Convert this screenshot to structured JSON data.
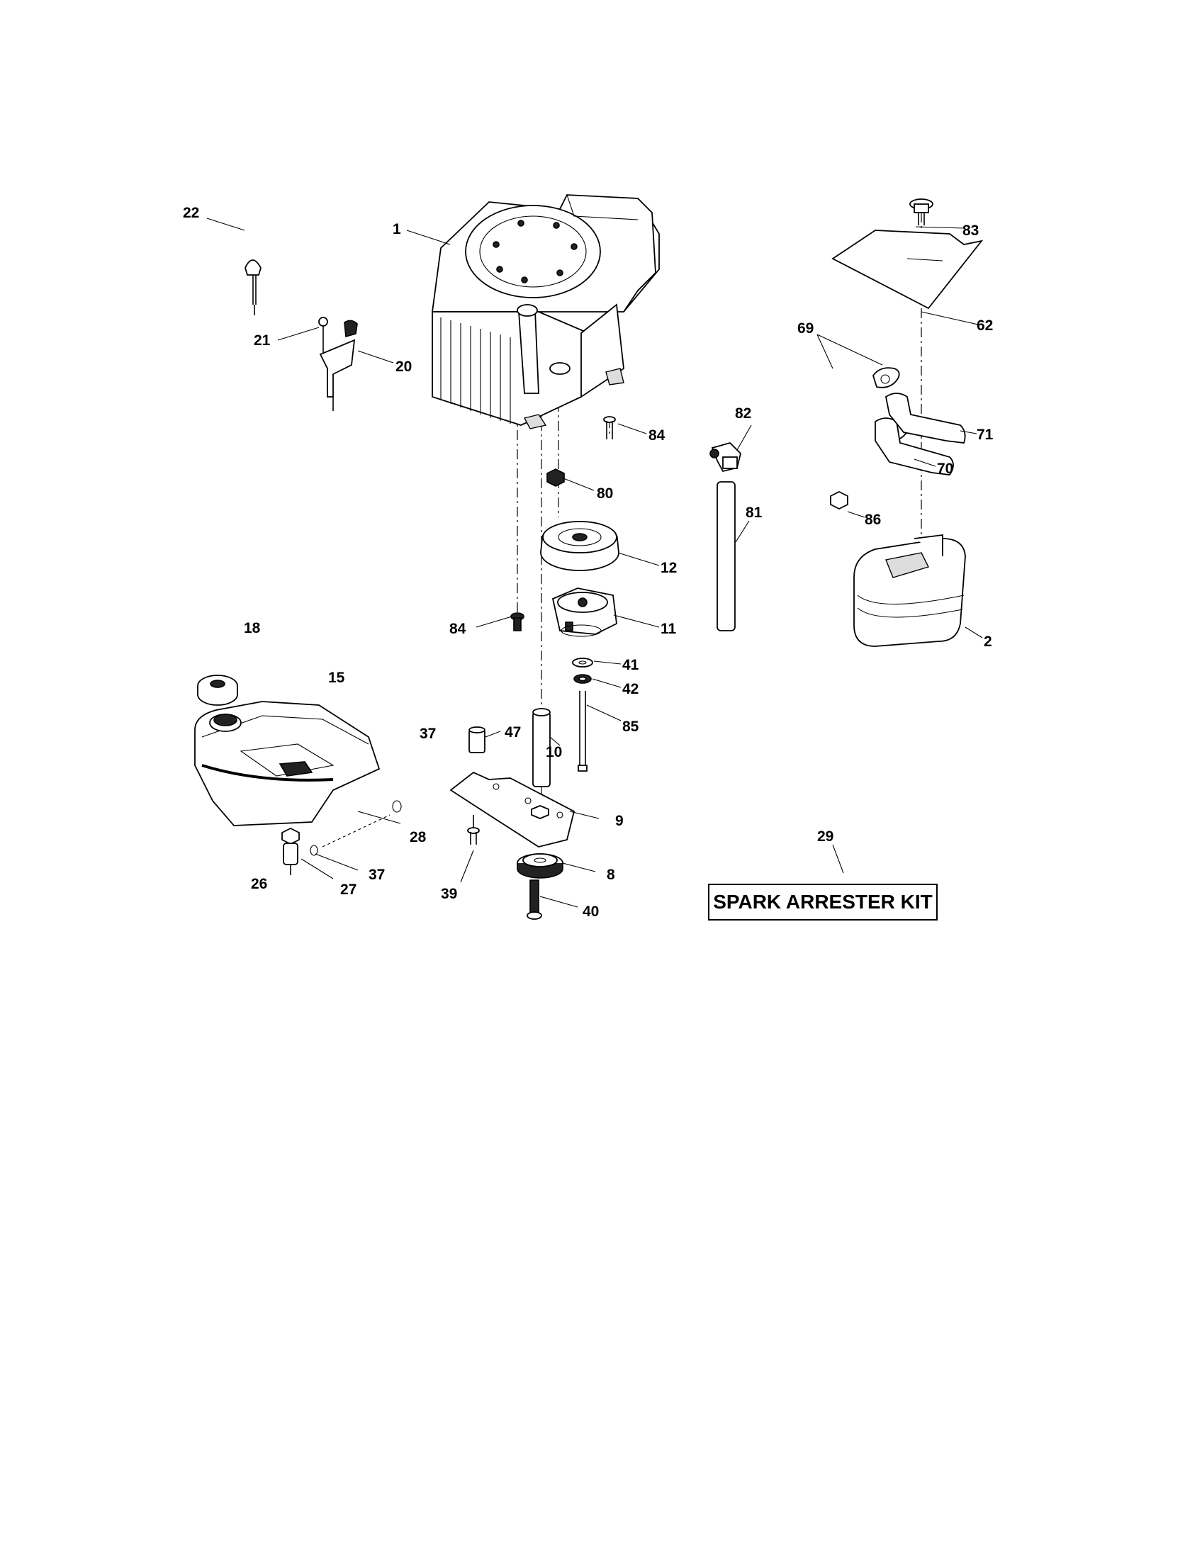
{
  "callouts": [
    {
      "id": "c22",
      "text": "22"
    },
    {
      "id": "c1",
      "text": "1"
    },
    {
      "id": "c83",
      "text": "83"
    },
    {
      "id": "c62",
      "text": "62"
    },
    {
      "id": "c69",
      "text": "69"
    },
    {
      "id": "c21",
      "text": "21"
    },
    {
      "id": "c20",
      "text": "20"
    },
    {
      "id": "c84a",
      "text": "84"
    },
    {
      "id": "c82",
      "text": "82"
    },
    {
      "id": "c71",
      "text": "71"
    },
    {
      "id": "c70",
      "text": "70"
    },
    {
      "id": "c80",
      "text": "80"
    },
    {
      "id": "c81",
      "text": "81"
    },
    {
      "id": "c86",
      "text": "86"
    },
    {
      "id": "c12",
      "text": "12"
    },
    {
      "id": "c84b",
      "text": "84"
    },
    {
      "id": "c11",
      "text": "11"
    },
    {
      "id": "c2",
      "text": "2"
    },
    {
      "id": "c18",
      "text": "18"
    },
    {
      "id": "c15",
      "text": "15"
    },
    {
      "id": "c41",
      "text": "41"
    },
    {
      "id": "c42",
      "text": "42"
    },
    {
      "id": "c37a",
      "text": "37"
    },
    {
      "id": "c47",
      "text": "47"
    },
    {
      "id": "c85",
      "text": "85"
    },
    {
      "id": "c10",
      "text": "10"
    },
    {
      "id": "c9",
      "text": "9"
    },
    {
      "id": "c28",
      "text": "28"
    },
    {
      "id": "c29",
      "text": "29"
    },
    {
      "id": "c8",
      "text": "8"
    },
    {
      "id": "c37b",
      "text": "37"
    },
    {
      "id": "c26",
      "text": "26"
    },
    {
      "id": "c27",
      "text": "27"
    },
    {
      "id": "c39",
      "text": "39"
    },
    {
      "id": "c40",
      "text": "40"
    }
  ],
  "spark_arrester_kit": "SPARK ARRESTER KIT"
}
